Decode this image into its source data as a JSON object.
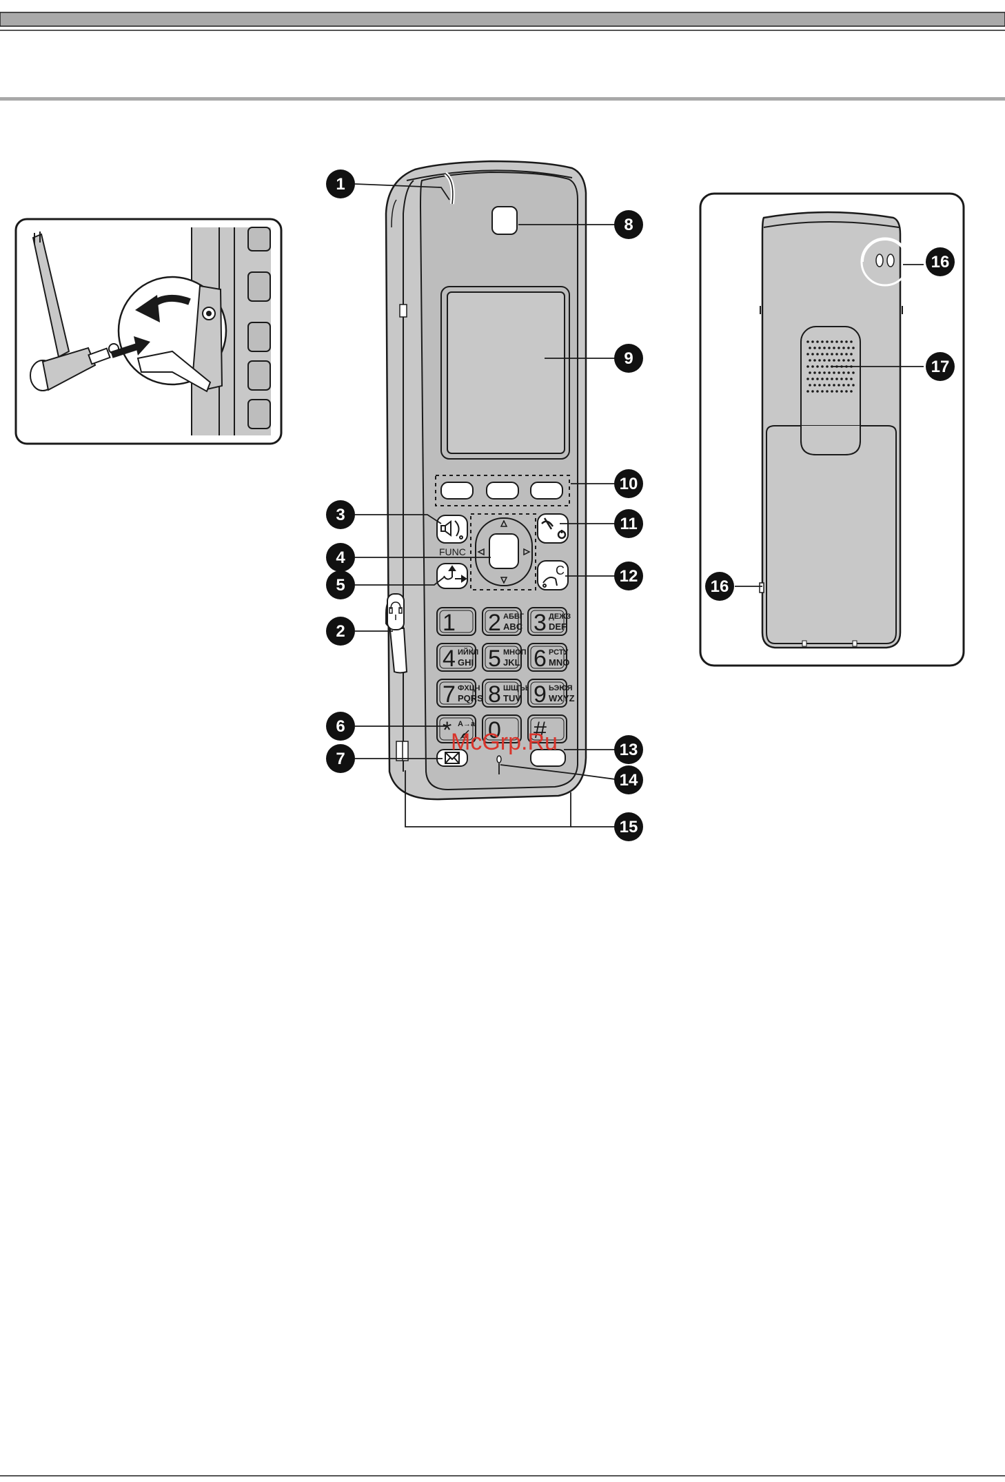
{
  "colors": {
    "body_gray": "#c8c8c8",
    "inner_gray": "#bdbdbd",
    "outline": "#1a1a1a",
    "rule_gray": "#a8a8a8",
    "header_band": "#a9a9a9",
    "callout_fill": "#111111",
    "watermark_red": "#d9342b"
  },
  "watermark": "McGrp.Ru",
  "func_label": "FUNC",
  "keypad": [
    {
      "num": "1",
      "cyr": "",
      "lat": ""
    },
    {
      "num": "2",
      "cyr": "АБВГ",
      "lat": "ABC"
    },
    {
      "num": "3",
      "cyr": "ДЕЖЗ",
      "lat": "DEF"
    },
    {
      "num": "4",
      "cyr": "ИЙКЛ",
      "lat": "GHI"
    },
    {
      "num": "5",
      "cyr": "МНОП",
      "lat": "JKL"
    },
    {
      "num": "6",
      "cyr": "РСТУ",
      "lat": "MNO"
    },
    {
      "num": "7",
      "cyr": "ФХЦЧ",
      "lat": "PQRS"
    },
    {
      "num": "8",
      "cyr": "ШЩЪЫ",
      "lat": "TUV"
    },
    {
      "num": "9",
      "cyr": "ЬЭЮЯ",
      "lat": "WXYZ"
    },
    {
      "num": "*",
      "cyr": "A→a",
      "lat": ""
    },
    {
      "num": "0",
      "cyr": "",
      "lat": ""
    },
    {
      "num": "#",
      "cyr": "",
      "lat": ""
    }
  ],
  "callouts": [
    {
      "id": "1",
      "label": "1"
    },
    {
      "id": "2",
      "label": "2"
    },
    {
      "id": "3",
      "label": "3"
    },
    {
      "id": "4",
      "label": "4"
    },
    {
      "id": "5",
      "label": "5"
    },
    {
      "id": "6",
      "label": "6"
    },
    {
      "id": "7",
      "label": "7"
    },
    {
      "id": "8",
      "label": "8"
    },
    {
      "id": "9",
      "label": "9"
    },
    {
      "id": "10",
      "label": "10"
    },
    {
      "id": "11",
      "label": "11"
    },
    {
      "id": "12",
      "label": "12"
    },
    {
      "id": "13",
      "label": "13"
    },
    {
      "id": "14",
      "label": "14"
    },
    {
      "id": "15",
      "label": "15"
    },
    {
      "id": "16a",
      "label": "16"
    },
    {
      "id": "16b",
      "label": "16"
    },
    {
      "id": "17",
      "label": "17"
    }
  ],
  "icons": [
    "headset-jack-icon",
    "speakerphone-talk-icon",
    "navigator-joystick-icon",
    "redial-icon",
    "mute-star-icon",
    "message-envelope-icon",
    "off-power-icon",
    "recall-clear-icon",
    "charge-contact-icon",
    "speaker-grille-icon"
  ]
}
